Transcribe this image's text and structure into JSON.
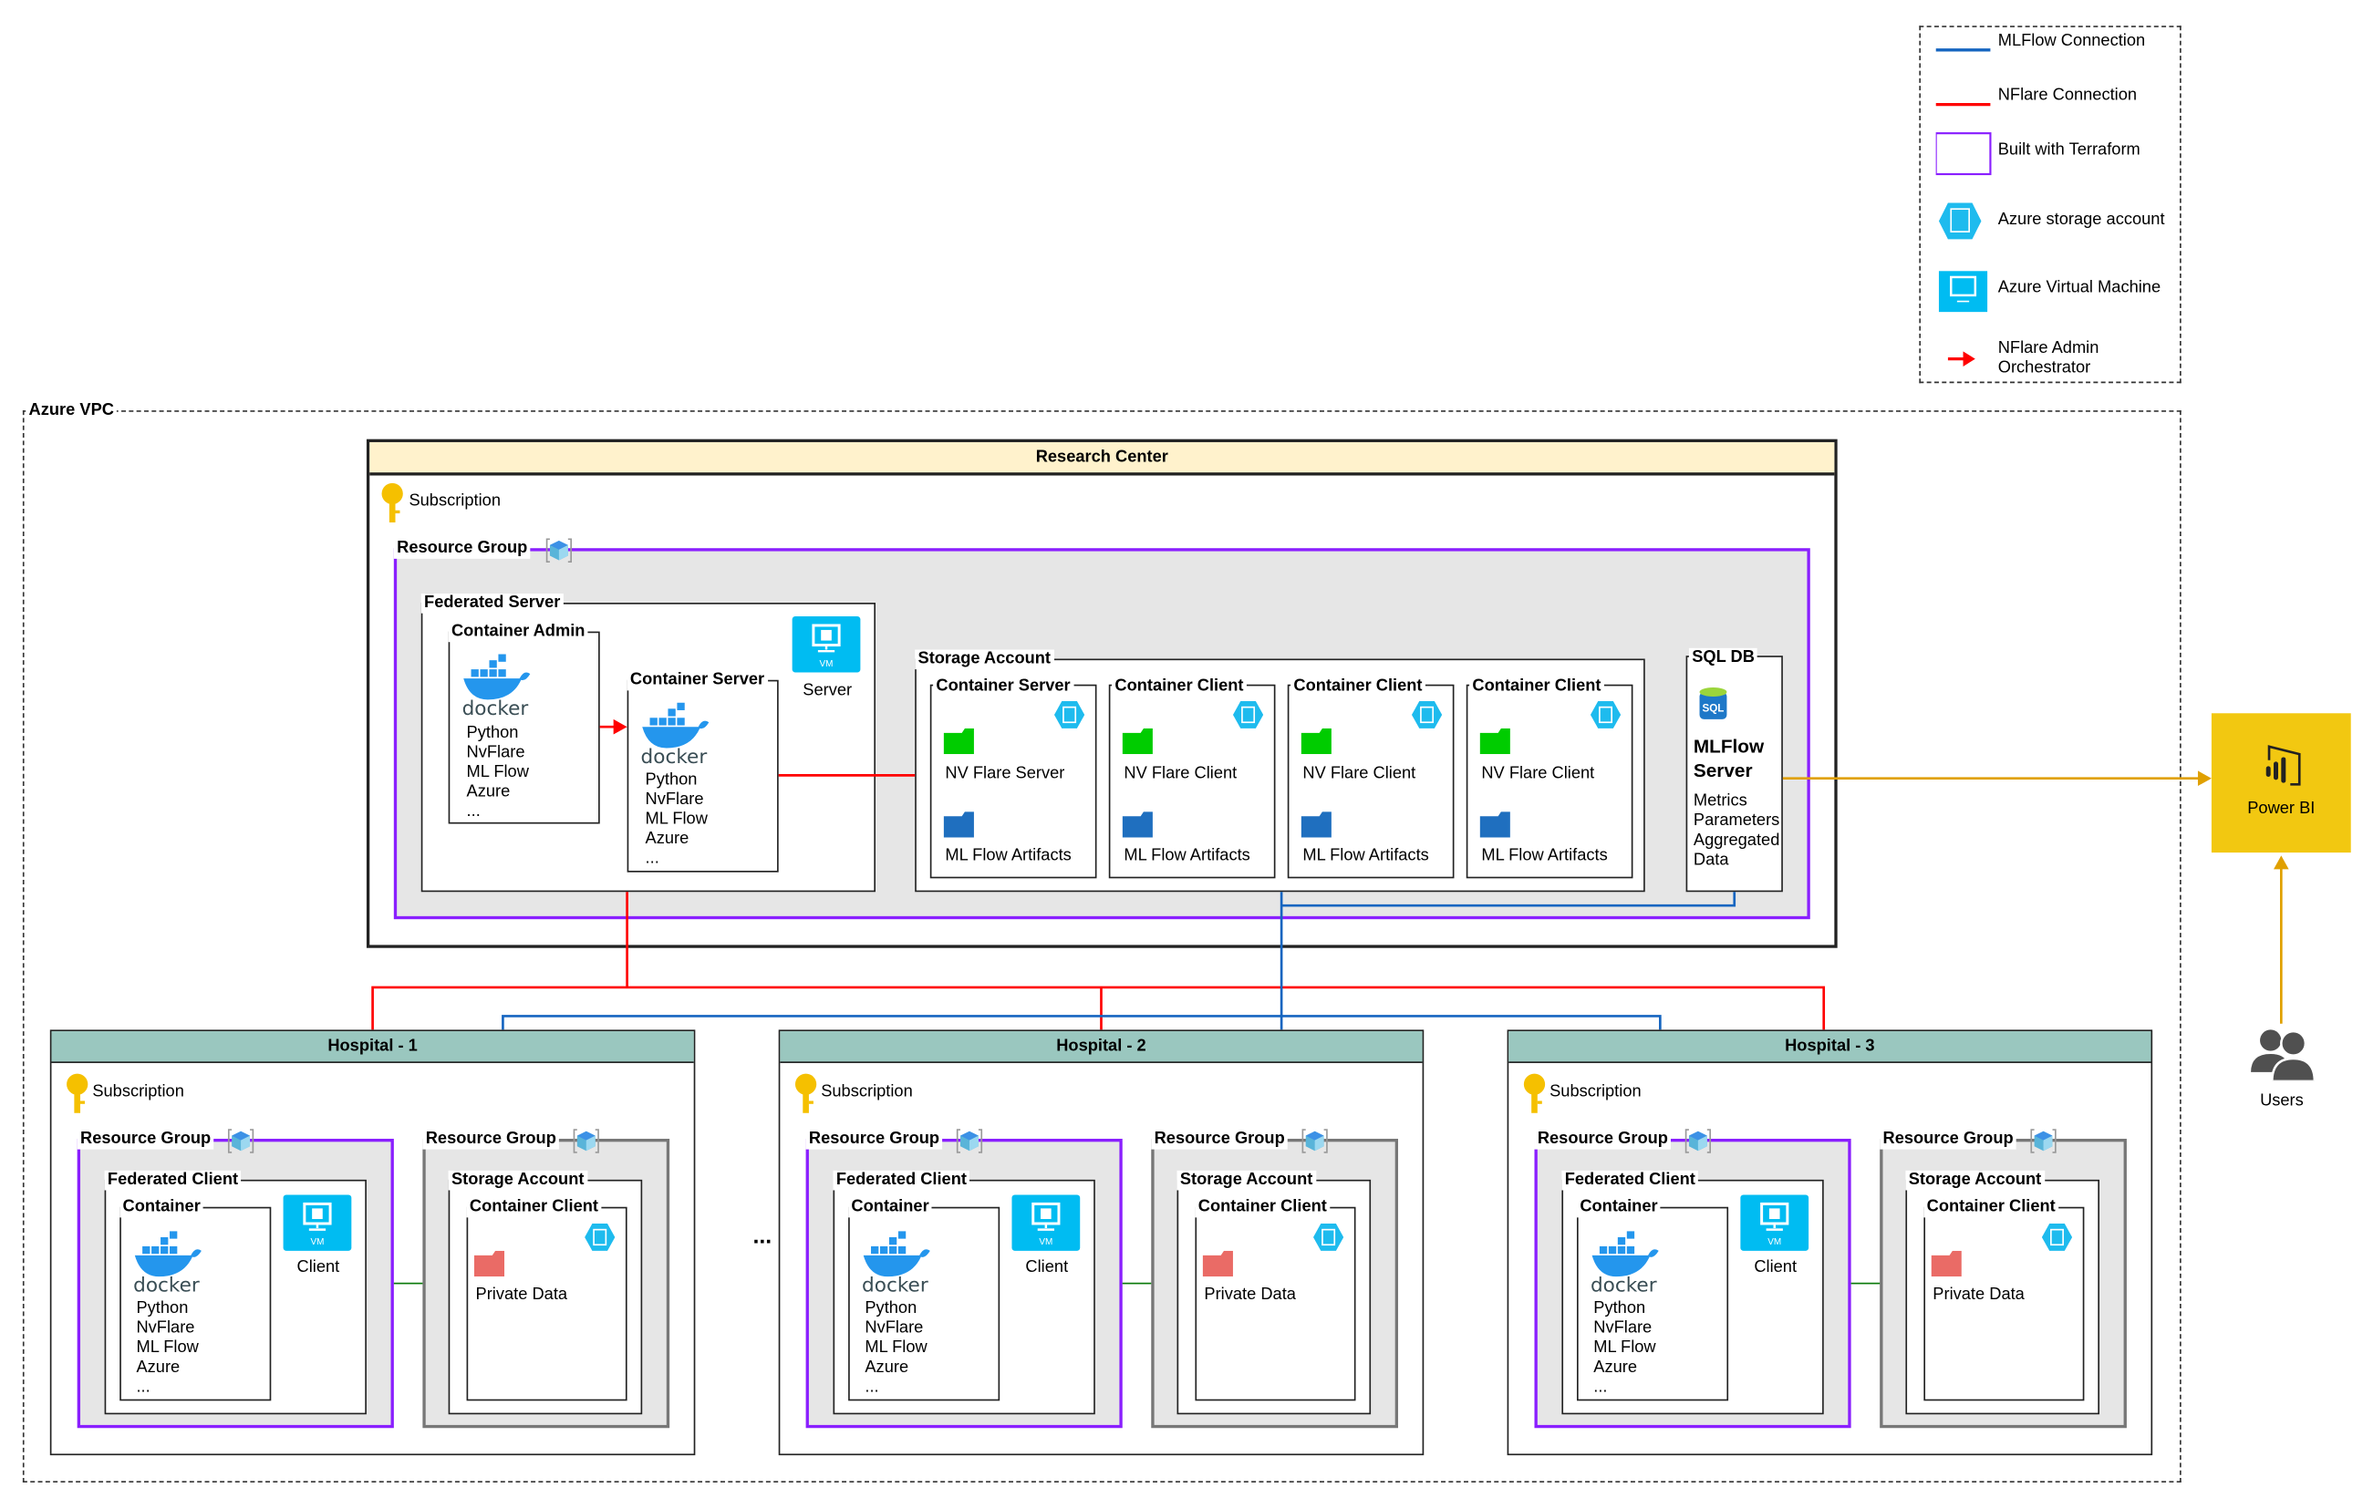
{
  "legend": {
    "items": [
      {
        "label": "MLFlow Connection",
        "icon": "blue-line"
      },
      {
        "label": "NFlare Connection",
        "icon": "red-line"
      },
      {
        "label": "Built with Terraform",
        "icon": "purple-box"
      },
      {
        "label": "Azure storage account",
        "icon": "storage-account-icon"
      },
      {
        "label": "Azure Virtual Machine",
        "icon": "vm-icon"
      },
      {
        "label": "NFlare Admin Orchestrator",
        "icon": "red-arrow"
      }
    ]
  },
  "colors": {
    "mlflow": "#1565c0",
    "nflare": "#ff0000",
    "terraform": "#8a1fff",
    "powerbi": "#f2c811",
    "hospital_header": "#9ac7bf",
    "research_header": "#fff2cc",
    "link": "#e0a000"
  },
  "vpc": {
    "label": "Azure VPC"
  },
  "research": {
    "title": "Research Center",
    "subscription": "Subscription",
    "resource_group": "Resource Group",
    "federated_server": "Federated Server",
    "container_admin": {
      "title": "Container Admin",
      "docker": "docker",
      "lines": [
        "Python",
        "NvFlare",
        "ML Flow",
        "Azure",
        "..."
      ]
    },
    "container_server": {
      "title": "Container Server",
      "docker": "docker",
      "lines": [
        "Python",
        "NvFlare",
        "ML Flow",
        "Azure",
        "..."
      ]
    },
    "vm": {
      "badge": "VM",
      "label": "Server"
    },
    "storage_account": {
      "title": "Storage Account",
      "containers": [
        {
          "title": "Container Server",
          "folder1": "NV Flare Server",
          "folder2": "ML Flow Artifacts"
        },
        {
          "title": "Container Client",
          "folder1": "NV Flare Client",
          "folder2": "ML Flow Artifacts"
        },
        {
          "title": "Container Client",
          "folder1": "NV Flare Client",
          "folder2": "ML Flow Artifacts"
        },
        {
          "title": "Container Client",
          "folder1": "NV Flare Client",
          "folder2": "ML Flow Artifacts"
        }
      ]
    },
    "sql_db": {
      "title": "SQL DB",
      "icon_text": "SQL",
      "server": "MLFlow Server",
      "lines": [
        "Metrics",
        "Parameters",
        "Aggregated",
        "Data"
      ]
    }
  },
  "powerbi": {
    "label": "Power BI"
  },
  "users": {
    "label": "Users"
  },
  "ellipsis": "...",
  "hospitals": [
    {
      "title": "Hospital - 1"
    },
    {
      "title": "Hospital - 2"
    },
    {
      "title": "Hospital - 3"
    }
  ],
  "hospital_template": {
    "subscription": "Subscription",
    "resource_group": "Resource Group",
    "federated_client": "Federated Client",
    "container": "Container",
    "docker": "docker",
    "lines": [
      "Python",
      "NvFlare",
      "ML Flow",
      "Azure",
      "..."
    ],
    "vm_badge": "VM",
    "vm_label": "Client",
    "resource_group_2": "Resource Group",
    "storage_account": "Storage Account",
    "container_client": "Container Client",
    "private_data": "Private Data"
  }
}
